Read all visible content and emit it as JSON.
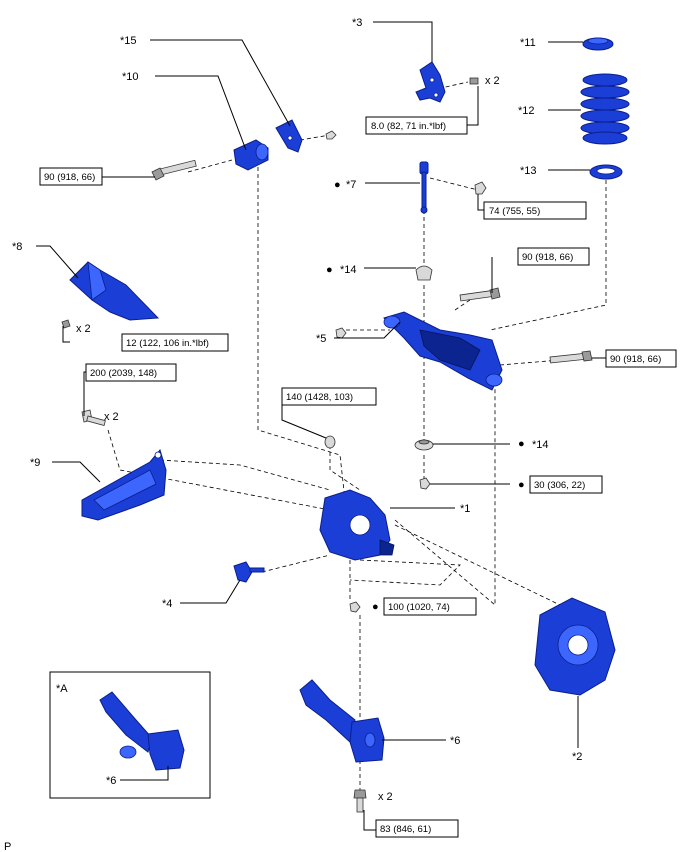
{
  "parts": {
    "p1": "*1",
    "p2": "*2",
    "p3": "*3",
    "p4": "*4",
    "p5": "*5",
    "p6a": "*6",
    "p6b": "*6",
    "p7": "*7",
    "p8": "*8",
    "p9": "*9",
    "p10": "*10",
    "p11": "*11",
    "p12": "*12",
    "p13": "*13",
    "p14a": "*14",
    "p14b": "*14",
    "p15": "*15",
    "pA": "*A"
  },
  "torques": {
    "t_p3": "8.0 (82, 71 in.*lbf)",
    "t_p10": "90 (918, 66)",
    "t_p7": "74 (755, 55)",
    "t_p5_top": "90 (918, 66)",
    "t_p8": "12 (122, 106 in.*lbf)",
    "t_p5_right": "90 (918, 66)",
    "t_p9": "200 (2039, 148)",
    "t_p1": "140 (1428, 103)",
    "t_p14": "30 (306, 22)",
    "t_p4": "100 (1020, 74)",
    "t_p6": "83 (846, 61)"
  },
  "quantities": {
    "q_p3": "x 2",
    "q_p8": "x 2",
    "q_p9": "x 2",
    "q_p6": "x 2"
  },
  "markers": {
    "m_p7": "●",
    "m_p14a": "●",
    "m_p14b": "●",
    "m_t14": "●",
    "m_t4": "●"
  },
  "footer": {
    "code": "P"
  }
}
